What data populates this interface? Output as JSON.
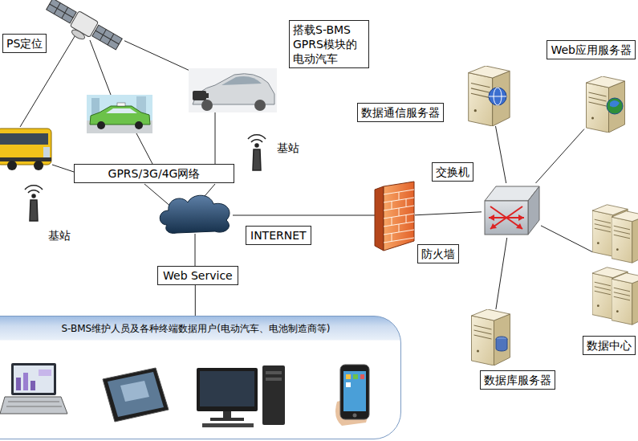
{
  "diagram": {
    "nodes": [
      {
        "text": [
          "PS定位"
        ]
      },
      {
        "text": [
          "搭载S-BMS GPRS模块的 电动汽车"
        ]
      },
      {
        "text": [
          "Web应用服务器"
        ]
      },
      {
        "text": [
          "数据通信服务器"
        ]
      },
      {
        "text": [
          "GPRS/3G/4G网络"
        ]
      },
      {
        "text": [
          "交换机"
        ]
      },
      {
        "text": [
          "防火墙"
        ]
      },
      {
        "text": [
          "数据中心"
        ]
      },
      {
        "text": [
          "Web Service"
        ]
      },
      {
        "text": [
          "数据库服务器"
        ]
      },
      {
        "text": [
          "S-BMS维护人员及各种终端数据用户(电动汽车、电池制造商等)"
        ]
      }
    ],
    "edges": [
      {
        "from": 0,
        "to": 1,
        "arrow": "none"
      },
      {
        "from": 1,
        "to": 4,
        "arrow": "none"
      },
      {
        "from": 6,
        "to": 5,
        "arrow": "none"
      },
      {
        "from": 5,
        "to": 3,
        "arrow": "none"
      },
      {
        "from": 5,
        "to": 2,
        "arrow": "none"
      },
      {
        "from": 5,
        "to": 7,
        "arrow": "none"
      },
      {
        "from": 5,
        "to": 9,
        "arrow": "none"
      },
      {
        "from": 8,
        "to": 10,
        "arrow": "none"
      }
    ],
    "labels": [
      "基站",
      "基站",
      "INTERNET"
    ]
  }
}
